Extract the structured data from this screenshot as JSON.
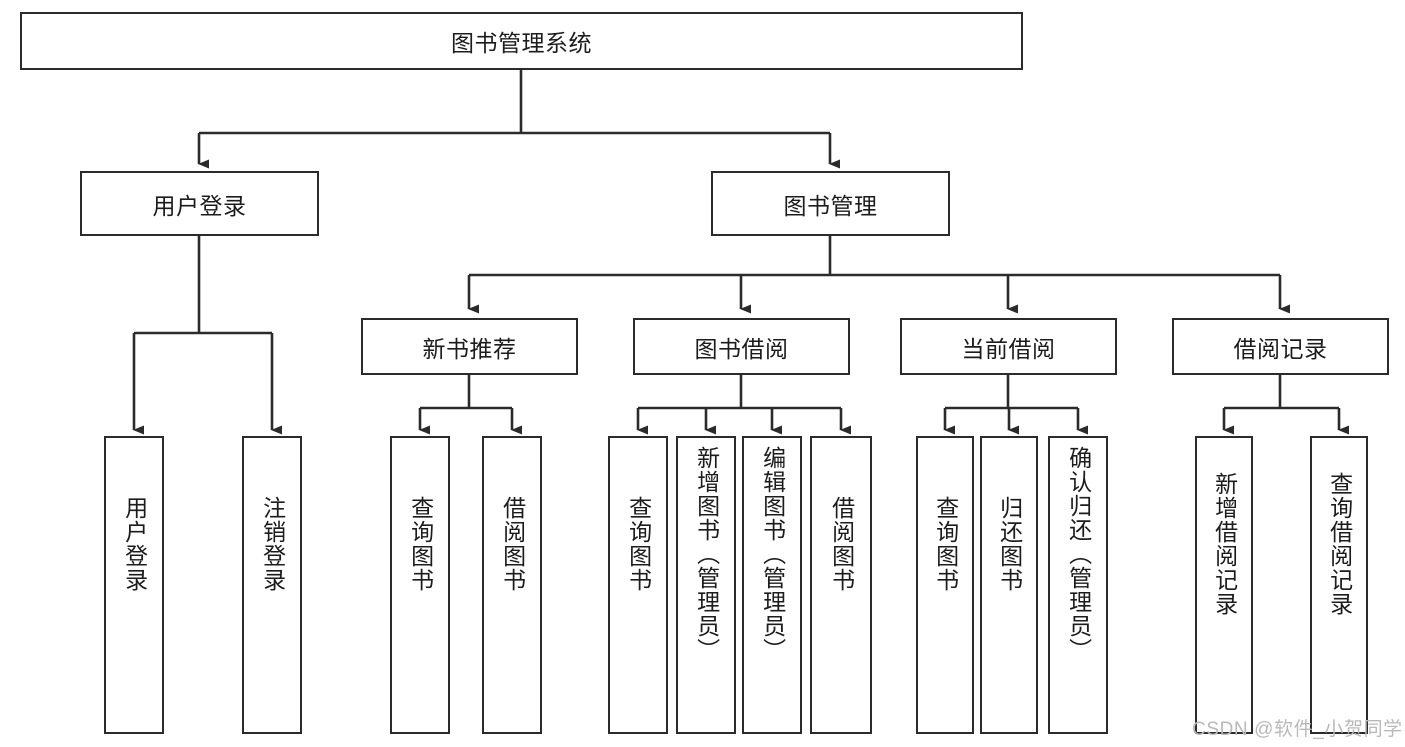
{
  "diagram": {
    "type": "hierarchy-tree",
    "title": "图书管理系统",
    "root": {
      "label": "图书管理系统"
    },
    "level1": [
      {
        "label": "用户登录"
      },
      {
        "label": "图书管理"
      }
    ],
    "level2": [
      {
        "label": "新书推荐"
      },
      {
        "label": "图书借阅"
      },
      {
        "label": "当前借阅"
      },
      {
        "label": "借阅记录"
      }
    ],
    "leaves": {
      "user_login": [
        {
          "label": "用户登录"
        },
        {
          "label": "注销登录"
        }
      ],
      "new_book_recommend": [
        {
          "label": "查询图书"
        },
        {
          "label": "借阅图书"
        }
      ],
      "book_borrow": [
        {
          "label": "查询图书"
        },
        {
          "label": "新增图书（管理员）"
        },
        {
          "label": "编辑图书（管理员）"
        },
        {
          "label": "借阅图书"
        }
      ],
      "current_borrow": [
        {
          "label": "查询图书"
        },
        {
          "label": "归还图书"
        },
        {
          "label": "确认归还（管理员）"
        }
      ],
      "borrow_record": [
        {
          "label": "新增借阅记录"
        },
        {
          "label": "查询借阅记录"
        }
      ]
    }
  },
  "watermark": {
    "text": "CSDN @软件_小贺同学"
  },
  "colors": {
    "stroke": "#2b2b2b",
    "text": "#1c1c1c",
    "background": "#ffffff",
    "watermark": "#b9b9b9"
  }
}
